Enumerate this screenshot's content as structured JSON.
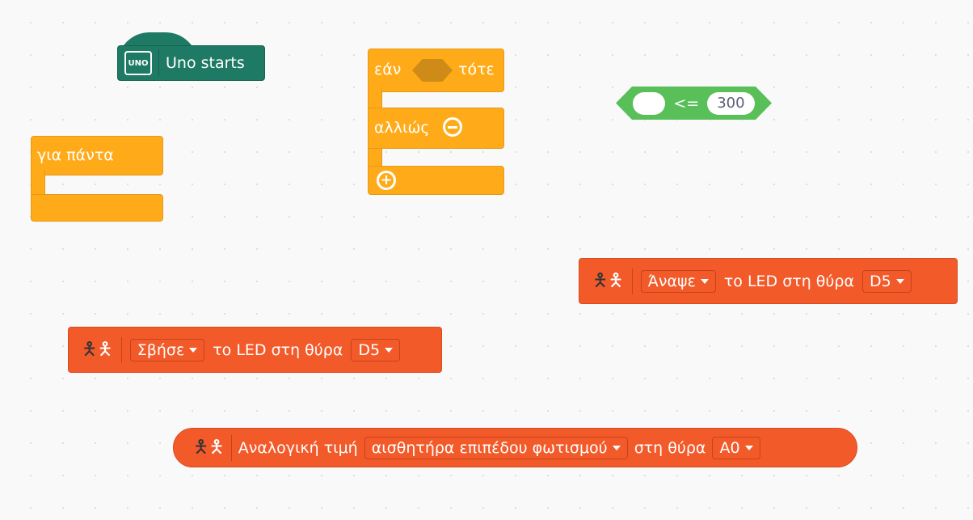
{
  "hat": {
    "label": "Uno starts",
    "icon_text": "UNO"
  },
  "forever": {
    "label": "για πάντα"
  },
  "if_else": {
    "if_label": "εάν",
    "then_label": "τότε",
    "else_label": "αλλιώς"
  },
  "compare": {
    "operator": "<=",
    "value": "300"
  },
  "led_on": {
    "action": "Άναψε",
    "text": "το LED στη θύρα",
    "port": "D5"
  },
  "led_off": {
    "action": "Σβήσε",
    "text": "το LED στη θύρα",
    "port": "D5"
  },
  "analog": {
    "label": "Αναλογική τιμή",
    "sensor": "αισθητήρα επιπέδου φωτισμού",
    "text": "στη θύρα",
    "port": "A0"
  },
  "colors": {
    "uno": "#1e7a65",
    "control": "#ffab19",
    "operator": "#59c059",
    "extension": "#f25a2a"
  }
}
